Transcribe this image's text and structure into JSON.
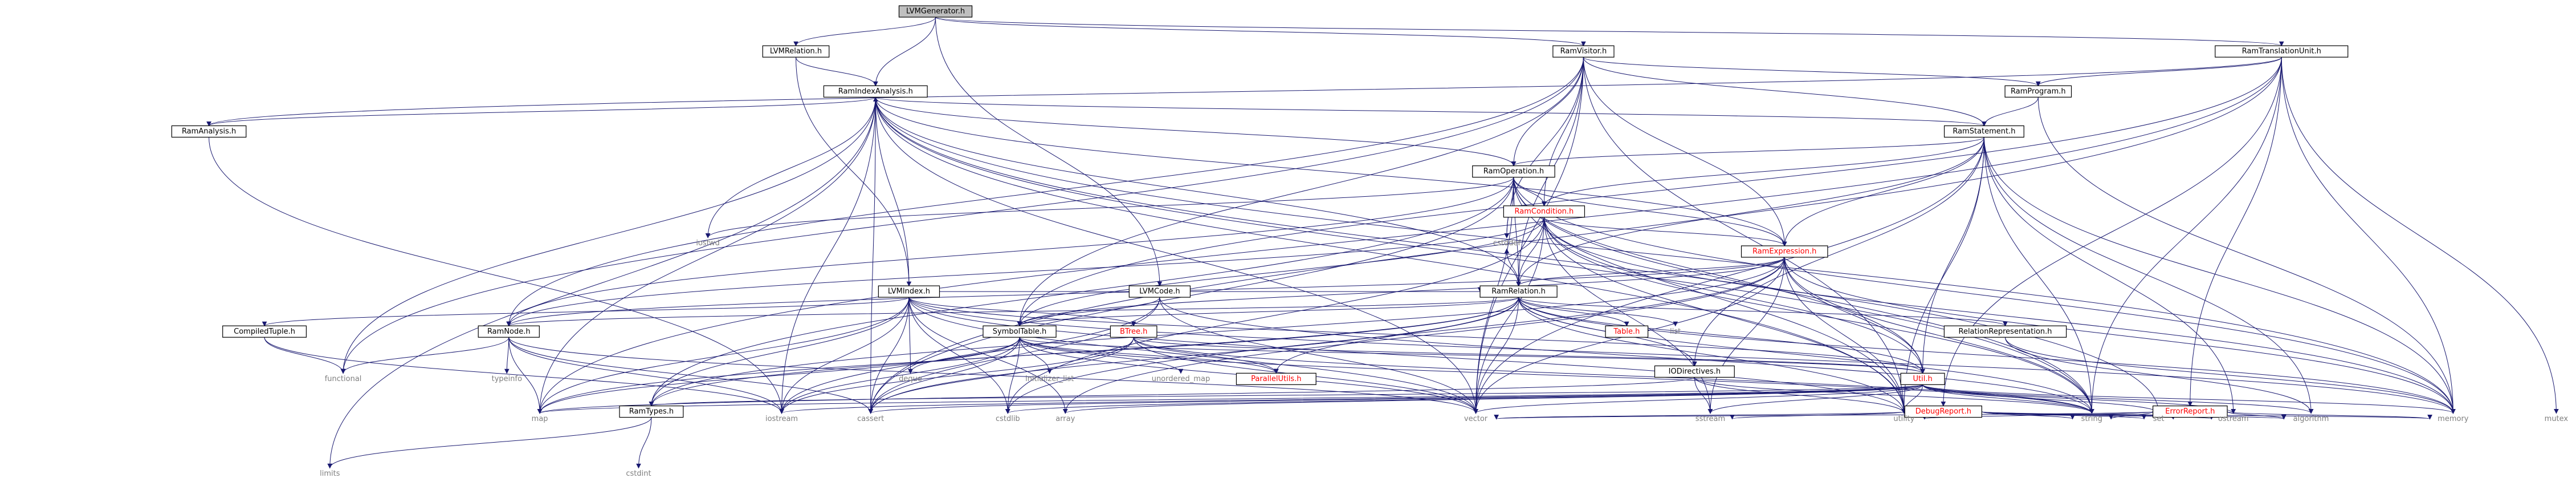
{
  "diagram_title": "",
  "colors": {
    "edge": "#191970",
    "root_fill": "#bfbfbf",
    "box_fill": "#ffffff",
    "box_border": "#000000",
    "truncated_text": "#ff0000",
    "system_header_text": "#7f7f7f"
  },
  "nodes": [
    {
      "id": "n_lvmgen",
      "label": "LVMGenerator.h",
      "kind": "root"
    },
    {
      "id": "n_lvmrelation",
      "label": "LVMRelation.h",
      "kind": "file"
    },
    {
      "id": "n_ramvisitor",
      "label": "RamVisitor.h",
      "kind": "file"
    },
    {
      "id": "n_ramtu",
      "label": "RamTranslationUnit.h",
      "kind": "file"
    },
    {
      "id": "n_ramindex",
      "label": "RamIndexAnalysis.h",
      "kind": "file"
    },
    {
      "id": "n_ramprogram",
      "label": "RamProgram.h",
      "kind": "file"
    },
    {
      "id": "n_ramanalysis",
      "label": "RamAnalysis.h",
      "kind": "file"
    },
    {
      "id": "n_ramstatement",
      "label": "RamStatement.h",
      "kind": "file"
    },
    {
      "id": "n_ramoperation",
      "label": "RamOperation.h",
      "kind": "file"
    },
    {
      "id": "n_iosfwd",
      "label": "iosfwd",
      "kind": "system"
    },
    {
      "id": "n_cstddef",
      "label": "cstddef",
      "kind": "system"
    },
    {
      "id": "n_ramcondition",
      "label": "RamCondition.h",
      "kind": "truncated"
    },
    {
      "id": "n_ramexpression",
      "label": "RamExpression.h",
      "kind": "truncated"
    },
    {
      "id": "n_lvmindex",
      "label": "LVMIndex.h",
      "kind": "file"
    },
    {
      "id": "n_lvmcode",
      "label": "LVMCode.h",
      "kind": "file"
    },
    {
      "id": "n_ramrelation",
      "label": "RamRelation.h",
      "kind": "file"
    },
    {
      "id": "n_compiledtuple",
      "label": "CompiledTuple.h",
      "kind": "file"
    },
    {
      "id": "n_ramnode",
      "label": "RamNode.h",
      "kind": "file"
    },
    {
      "id": "n_symboltable",
      "label": "SymbolTable.h",
      "kind": "file"
    },
    {
      "id": "n_btree",
      "label": "BTree.h",
      "kind": "truncated"
    },
    {
      "id": "n_table",
      "label": "Table.h",
      "kind": "truncated"
    },
    {
      "id": "n_list",
      "label": "list",
      "kind": "system"
    },
    {
      "id": "n_relrep",
      "label": "RelationRepresentation.h",
      "kind": "file"
    },
    {
      "id": "n_functional",
      "label": "functional",
      "kind": "system"
    },
    {
      "id": "n_typeinfo",
      "label": "typeinfo",
      "kind": "system"
    },
    {
      "id": "n_deque",
      "label": "deque",
      "kind": "system"
    },
    {
      "id": "n_initlist",
      "label": "initializer_list",
      "kind": "system"
    },
    {
      "id": "n_unordmap",
      "label": "unordered_map",
      "kind": "system"
    },
    {
      "id": "n_parutils",
      "label": "ParallelUtils.h",
      "kind": "truncated"
    },
    {
      "id": "n_iodir",
      "label": "IODirectives.h",
      "kind": "file"
    },
    {
      "id": "n_util",
      "label": "Util.h",
      "kind": "truncated"
    },
    {
      "id": "n_debugreport",
      "label": "DebugReport.h",
      "kind": "truncated"
    },
    {
      "id": "n_errorreport",
      "label": "ErrorReport.h",
      "kind": "truncated"
    },
    {
      "id": "n_ramtypes",
      "label": "RamTypes.h",
      "kind": "file"
    },
    {
      "id": "n_iostream",
      "label": "iostream",
      "kind": "system"
    },
    {
      "id": "n_map",
      "label": "map",
      "kind": "system"
    },
    {
      "id": "n_cassert",
      "label": "cassert",
      "kind": "system"
    },
    {
      "id": "n_cstdlib",
      "label": "cstdlib",
      "kind": "system"
    },
    {
      "id": "n_array",
      "label": "array",
      "kind": "system"
    },
    {
      "id": "n_vector",
      "label": "vector",
      "kind": "system"
    },
    {
      "id": "n_sstream",
      "label": "sstream",
      "kind": "system"
    },
    {
      "id": "n_utility",
      "label": "utility",
      "kind": "system"
    },
    {
      "id": "n_string",
      "label": "string",
      "kind": "system"
    },
    {
      "id": "n_set",
      "label": "set",
      "kind": "system"
    },
    {
      "id": "n_ostream",
      "label": "ostream",
      "kind": "system"
    },
    {
      "id": "n_algorithm",
      "label": "algorithm",
      "kind": "system"
    },
    {
      "id": "n_memory",
      "label": "memory",
      "kind": "system"
    },
    {
      "id": "n_mutex",
      "label": "mutex",
      "kind": "system"
    },
    {
      "id": "n_limits",
      "label": "limits",
      "kind": "system"
    },
    {
      "id": "n_cstdint",
      "label": "cstdint",
      "kind": "system"
    }
  ],
  "edges": [
    [
      "n_lvmgen",
      "n_lvmrelation"
    ],
    [
      "n_lvmgen",
      "n_ramvisitor"
    ],
    [
      "n_lvmgen",
      "n_ramtu"
    ],
    [
      "n_lvmgen",
      "n_ramindex"
    ],
    [
      "n_lvmgen",
      "n_lvmcode"
    ],
    [
      "n_lvmrelation",
      "n_ramindex"
    ],
    [
      "n_lvmrelation",
      "n_lvmindex"
    ],
    [
      "n_ramvisitor",
      "n_ramprogram"
    ],
    [
      "n_ramvisitor",
      "n_ramstatement"
    ],
    [
      "n_ramvisitor",
      "n_ramoperation"
    ],
    [
      "n_ramvisitor",
      "n_ramcondition"
    ],
    [
      "n_ramvisitor",
      "n_ramexpression"
    ],
    [
      "n_ramvisitor",
      "n_ramrelation"
    ],
    [
      "n_ramvisitor",
      "n_ramnode"
    ],
    [
      "n_ramvisitor",
      "n_symboltable"
    ],
    [
      "n_ramvisitor",
      "n_functional"
    ],
    [
      "n_ramvisitor",
      "n_vector"
    ],
    [
      "n_ramvisitor",
      "n_utility"
    ],
    [
      "n_ramvisitor",
      "n_cstddef"
    ],
    [
      "n_ramtu",
      "n_ramprogram"
    ],
    [
      "n_ramtu",
      "n_ramanalysis"
    ],
    [
      "n_ramtu",
      "n_debugreport"
    ],
    [
      "n_ramtu",
      "n_errorreport"
    ],
    [
      "n_ramtu",
      "n_symboltable"
    ],
    [
      "n_ramtu",
      "n_cassert"
    ],
    [
      "n_ramtu",
      "n_map"
    ],
    [
      "n_ramtu",
      "n_memory"
    ],
    [
      "n_ramtu",
      "n_mutex"
    ],
    [
      "n_ramtu",
      "n_string"
    ],
    [
      "n_ramindex",
      "n_ramanalysis"
    ],
    [
      "n_ramindex",
      "n_ramstatement"
    ],
    [
      "n_ramindex",
      "n_ramoperation"
    ],
    [
      "n_ramindex",
      "n_ramrelation"
    ],
    [
      "n_ramindex",
      "n_ramexpression"
    ],
    [
      "n_ramindex",
      "n_iosfwd"
    ],
    [
      "n_ramindex",
      "n_functional"
    ],
    [
      "n_ramindex",
      "n_iostream"
    ],
    [
      "n_ramindex",
      "n_map"
    ],
    [
      "n_ramindex",
      "n_cassert"
    ],
    [
      "n_ramindex",
      "n_set"
    ],
    [
      "n_ramindex",
      "n_string"
    ],
    [
      "n_ramindex",
      "n_vector"
    ],
    [
      "n_ramindex",
      "n_utility"
    ],
    [
      "n_ramindex",
      "n_memory"
    ],
    [
      "n_ramindex",
      "n_limits"
    ],
    [
      "n_ramprogram",
      "n_ramstatement"
    ],
    [
      "n_ramprogram",
      "n_memory"
    ],
    [
      "n_ramanalysis",
      "n_iostream"
    ],
    [
      "n_ramstatement",
      "n_ramoperation"
    ],
    [
      "n_ramstatement",
      "n_ramrelation"
    ],
    [
      "n_ramstatement",
      "n_ramexpression"
    ],
    [
      "n_ramstatement",
      "n_ramcondition"
    ],
    [
      "n_ramstatement",
      "n_util"
    ],
    [
      "n_ramstatement",
      "n_iodir"
    ],
    [
      "n_ramstatement",
      "n_algorithm"
    ],
    [
      "n_ramstatement",
      "n_memory"
    ],
    [
      "n_ramstatement",
      "n_ostream"
    ],
    [
      "n_ramstatement",
      "n_string"
    ],
    [
      "n_ramstatement",
      "n_vector"
    ],
    [
      "n_ramstatement",
      "n_utility"
    ],
    [
      "n_ramoperation",
      "n_ramcondition"
    ],
    [
      "n_ramoperation",
      "n_ramexpression"
    ],
    [
      "n_ramoperation",
      "n_ramnode"
    ],
    [
      "n_ramoperation",
      "n_ramrelation"
    ],
    [
      "n_ramoperation",
      "n_util"
    ],
    [
      "n_ramoperation",
      "n_iosfwd"
    ],
    [
      "n_ramoperation",
      "n_cstddef"
    ],
    [
      "n_ramoperation",
      "n_cassert"
    ],
    [
      "n_ramoperation",
      "n_memory"
    ],
    [
      "n_ramoperation",
      "n_string"
    ],
    [
      "n_ramoperation",
      "n_vector"
    ],
    [
      "n_ramoperation",
      "n_utility"
    ],
    [
      "n_ramoperation",
      "n_ramtypes"
    ],
    [
      "n_ramcondition",
      "n_ramexpression"
    ],
    [
      "n_ramcondition",
      "n_ramnode"
    ],
    [
      "n_ramcondition",
      "n_ramrelation"
    ],
    [
      "n_ramcondition",
      "n_symboltable"
    ],
    [
      "n_ramcondition",
      "n_util"
    ],
    [
      "n_ramcondition",
      "n_memory"
    ],
    [
      "n_ramcondition",
      "n_sstream"
    ],
    [
      "n_ramcondition",
      "n_string"
    ],
    [
      "n_ramcondition",
      "n_vector"
    ],
    [
      "n_ramcondition",
      "n_utility"
    ],
    [
      "n_ramcondition",
      "n_cstdlib"
    ],
    [
      "n_ramexpression",
      "n_ramnode"
    ],
    [
      "n_ramexpression",
      "n_ramrelation"
    ],
    [
      "n_ramexpression",
      "n_symboltable"
    ],
    [
      "n_ramexpression",
      "n_util"
    ],
    [
      "n_ramexpression",
      "n_array"
    ],
    [
      "n_ramexpression",
      "n_cstdlib"
    ],
    [
      "n_ramexpression",
      "n_memory"
    ],
    [
      "n_ramexpression",
      "n_sstream"
    ],
    [
      "n_ramexpression",
      "n_string"
    ],
    [
      "n_ramexpression",
      "n_utility"
    ],
    [
      "n_ramexpression",
      "n_vector"
    ],
    [
      "n_ramexpression",
      "n_ramtypes"
    ],
    [
      "n_lvmindex",
      "n_compiledtuple"
    ],
    [
      "n_lvmindex",
      "n_btree"
    ],
    [
      "n_lvmindex",
      "n_ramrelation"
    ],
    [
      "n_lvmindex",
      "n_ramindex"
    ],
    [
      "n_lvmindex",
      "n_ramtypes"
    ],
    [
      "n_lvmindex",
      "n_util"
    ],
    [
      "n_lvmindex",
      "n_deque"
    ],
    [
      "n_lvmindex",
      "n_map"
    ],
    [
      "n_lvmindex",
      "n_memory"
    ],
    [
      "n_lvmindex",
      "n_utility"
    ],
    [
      "n_lvmindex",
      "n_vector"
    ],
    [
      "n_lvmindex",
      "n_array"
    ],
    [
      "n_lvmindex",
      "n_cassert"
    ],
    [
      "n_lvmindex",
      "n_cstdlib"
    ],
    [
      "n_lvmindex",
      "n_iostream"
    ],
    [
      "n_lvmcode",
      "n_symboltable"
    ],
    [
      "n_lvmcode",
      "n_iostream"
    ],
    [
      "n_lvmcode",
      "n_vector"
    ],
    [
      "n_lvmcode",
      "n_string"
    ],
    [
      "n_lvmcode",
      "n_cassert"
    ],
    [
      "n_ramrelation",
      "n_ramnode"
    ],
    [
      "n_ramrelation",
      "n_relrep"
    ],
    [
      "n_ramrelation",
      "n_symboltable"
    ],
    [
      "n_ramrelation",
      "n_table"
    ],
    [
      "n_ramrelation",
      "n_util"
    ],
    [
      "n_ramrelation",
      "n_iodir"
    ],
    [
      "n_ramrelation",
      "n_list"
    ],
    [
      "n_ramrelation",
      "n_cassert"
    ],
    [
      "n_ramrelation",
      "n_cstddef"
    ],
    [
      "n_ramrelation",
      "n_map"
    ],
    [
      "n_ramrelation",
      "n_memory"
    ],
    [
      "n_ramrelation",
      "n_string"
    ],
    [
      "n_ramrelation",
      "n_utility"
    ],
    [
      "n_ramrelation",
      "n_vector"
    ],
    [
      "n_ramrelation",
      "n_ramtypes"
    ],
    [
      "n_ramrelation",
      "n_parutils"
    ],
    [
      "n_compiledtuple",
      "n_iostream"
    ],
    [
      "n_compiledtuple",
      "n_functional"
    ],
    [
      "n_ramnode",
      "n_functional"
    ],
    [
      "n_ramnode",
      "n_typeinfo"
    ],
    [
      "n_ramnode",
      "n_iostream"
    ],
    [
      "n_ramnode",
      "n_map"
    ],
    [
      "n_ramnode",
      "n_vector"
    ],
    [
      "n_ramnode",
      "n_cassert"
    ],
    [
      "n_symboltable",
      "n_parutils"
    ],
    [
      "n_symboltable",
      "n_util"
    ],
    [
      "n_symboltable",
      "n_deque"
    ],
    [
      "n_symboltable",
      "n_initlist"
    ],
    [
      "n_symboltable",
      "n_iostream"
    ],
    [
      "n_symboltable",
      "n_string"
    ],
    [
      "n_symboltable",
      "n_unordmap"
    ],
    [
      "n_symboltable",
      "n_vector"
    ],
    [
      "n_symboltable",
      "n_map"
    ],
    [
      "n_symboltable",
      "n_cassert"
    ],
    [
      "n_symboltable",
      "n_cstdlib"
    ],
    [
      "n_btree",
      "n_parutils"
    ],
    [
      "n_btree",
      "n_util"
    ],
    [
      "n_btree",
      "n_vector"
    ],
    [
      "n_btree",
      "n_iostream"
    ],
    [
      "n_btree",
      "n_cassert"
    ],
    [
      "n_btree",
      "n_string"
    ],
    [
      "n_relrep",
      "n_algorithm"
    ],
    [
      "n_relrep",
      "n_memory"
    ],
    [
      "n_iodir",
      "n_map"
    ],
    [
      "n_iodir",
      "n_sstream"
    ],
    [
      "n_iodir",
      "n_string"
    ],
    [
      "n_iodir",
      "n_utility"
    ],
    [
      "n_util",
      "n_ramtypes"
    ],
    [
      "n_util",
      "n_iostream"
    ],
    [
      "n_util",
      "n_map"
    ],
    [
      "n_util",
      "n_cassert"
    ],
    [
      "n_util",
      "n_cstdlib"
    ],
    [
      "n_util",
      "n_array"
    ],
    [
      "n_util",
      "n_vector"
    ],
    [
      "n_util",
      "n_sstream"
    ],
    [
      "n_util",
      "n_utility"
    ],
    [
      "n_util",
      "n_string"
    ],
    [
      "n_util",
      "n_set"
    ],
    [
      "n_util",
      "n_ostream"
    ],
    [
      "n_util",
      "n_algorithm"
    ],
    [
      "n_util",
      "n_memory"
    ],
    [
      "n_debugreport",
      "n_vector"
    ],
    [
      "n_debugreport",
      "n_sstream"
    ],
    [
      "n_debugreport",
      "n_utility"
    ],
    [
      "n_debugreport",
      "n_string"
    ],
    [
      "n_debugreport",
      "n_set"
    ],
    [
      "n_debugreport",
      "n_ostream"
    ],
    [
      "n_debugreport",
      "n_algorithm"
    ],
    [
      "n_debugreport",
      "n_memory"
    ],
    [
      "n_errorreport",
      "n_vector"
    ],
    [
      "n_errorreport",
      "n_utility"
    ],
    [
      "n_errorreport",
      "n_string"
    ],
    [
      "n_errorreport",
      "n_set"
    ],
    [
      "n_errorreport",
      "n_ostream"
    ],
    [
      "n_errorreport",
      "n_algorithm"
    ],
    [
      "n_errorreport",
      "n_memory"
    ],
    [
      "n_ramtypes",
      "n_limits"
    ],
    [
      "n_ramtypes",
      "n_cstdint"
    ]
  ]
}
